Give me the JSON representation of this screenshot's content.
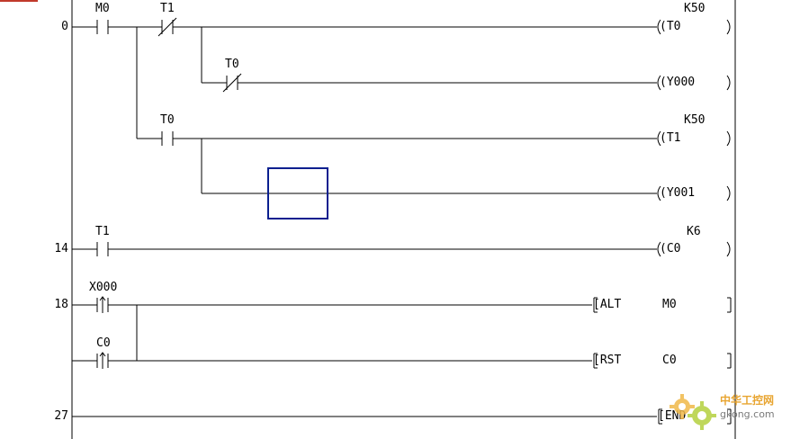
{
  "ladder": {
    "steps": [
      "0",
      "14",
      "18",
      "27"
    ],
    "rung0": {
      "contact_m0": "M0",
      "contact_t1_nc": "T1",
      "coil_t0": "(T0",
      "t0_preset": "K50",
      "contact_t0_nc": "T0",
      "coil_y000": "(Y000",
      "contact_t0_no": "T0",
      "coil_t1": "(T1",
      "t1_preset": "K50",
      "coil_y001": "(Y001"
    },
    "rung14": {
      "contact_t1": "T1",
      "coil_c0": "(C0",
      "c0_preset": "K6"
    },
    "rung18": {
      "contact_x000": "X000",
      "instr_alt": "[ALT",
      "alt_operand": "M0",
      "contact_c0": "C0",
      "instr_rst": "[RST",
      "rst_operand": "C0"
    },
    "rung27": {
      "instr_end": "[END"
    }
  },
  "watermark": {
    "brand": "中华工控网",
    "url": "gkong.com"
  },
  "colors": {
    "cursor": "#0a1f8f",
    "wire": "#000000",
    "watermark": "#e8a531"
  }
}
